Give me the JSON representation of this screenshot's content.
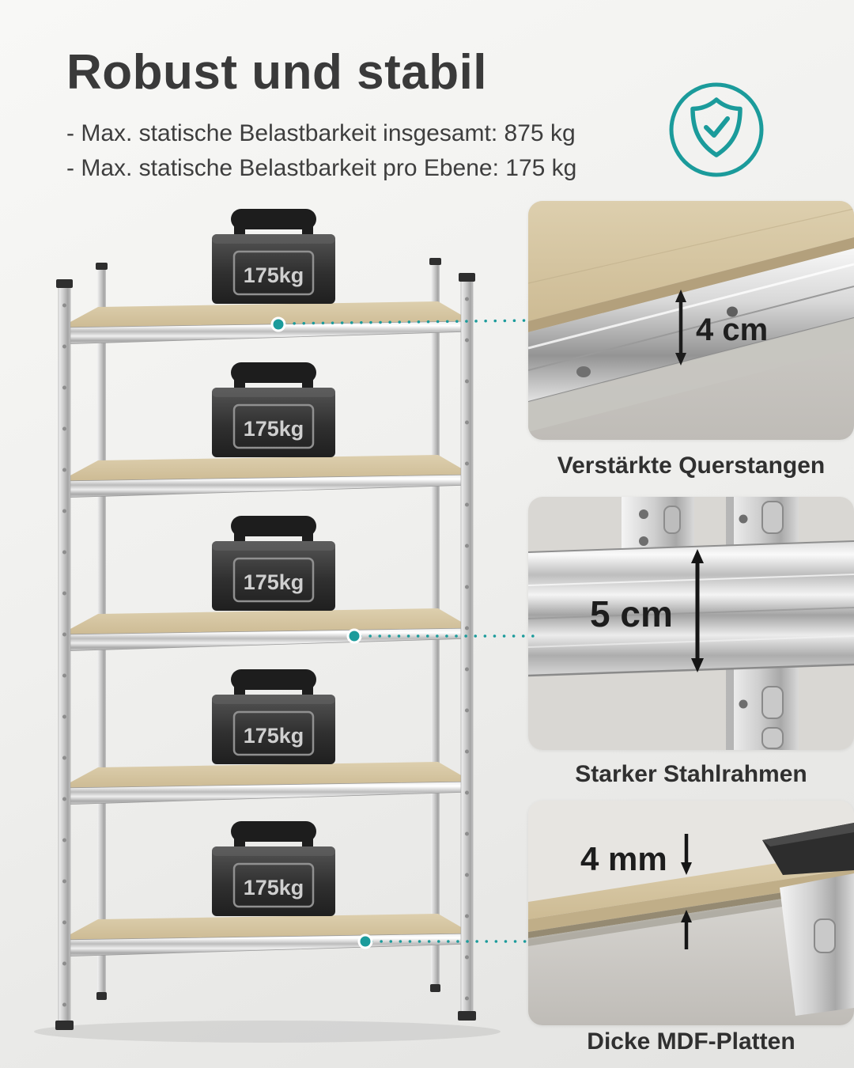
{
  "header": {
    "title": "Robust und stabil",
    "bullets": [
      "- Max. statische Belastbarkeit insgesamt: 875 kg",
      "- Max. statische Belastbarkeit pro Ebene: 175 kg"
    ]
  },
  "hero": {
    "weight_label": "175kg",
    "badge_icon": "shield-check-icon"
  },
  "insets": {
    "crossbar": {
      "measurement": "4 cm",
      "caption": "Verstärkte Querstangen"
    },
    "frame": {
      "measurement": "5 cm",
      "caption": "Starker Stahlrahmen"
    },
    "board": {
      "measurement": "4 mm",
      "caption": "Dicke MDF-Platten"
    }
  },
  "colors": {
    "accent_teal": "#1b9b9b",
    "text_dark": "#3a3a3a",
    "wood": "#d2c09a",
    "metal": "#cfcfcf"
  }
}
